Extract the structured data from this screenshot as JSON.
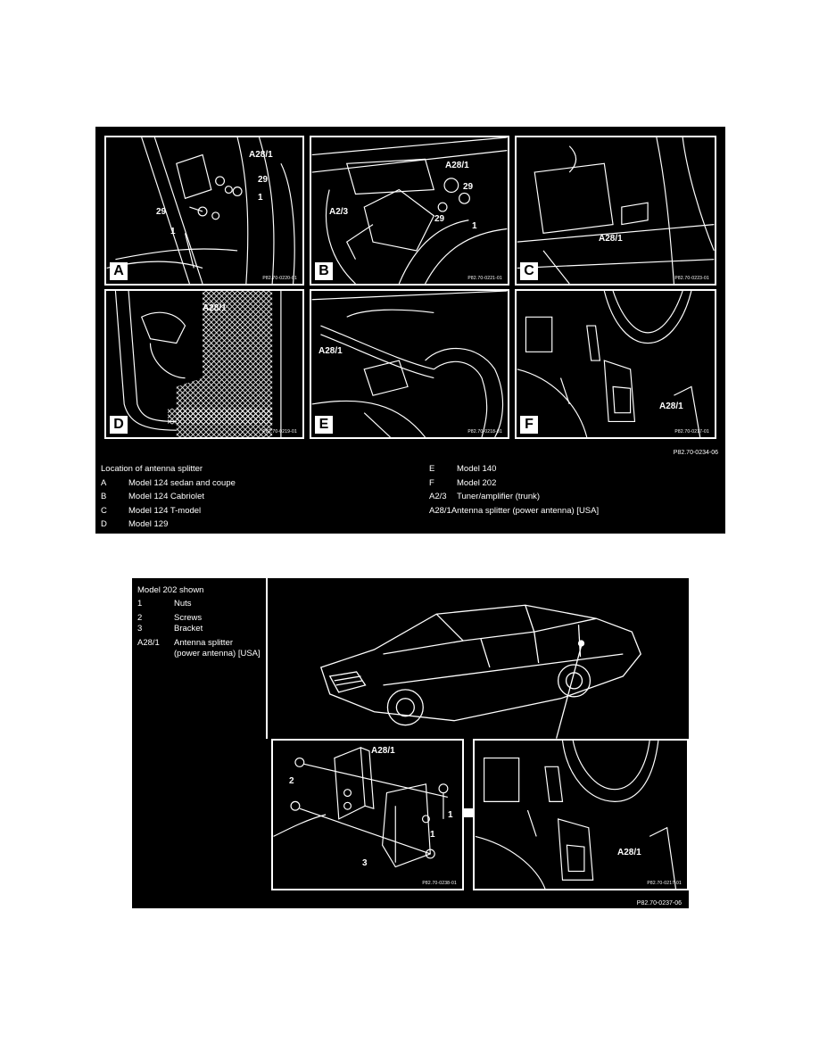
{
  "figure1": {
    "panels": [
      {
        "letter": "A",
        "code": "P82.70-0220-01",
        "callouts": [
          "A28/1",
          "29",
          "29",
          "1",
          "1"
        ]
      },
      {
        "letter": "B",
        "code": "P82.70-0221-01",
        "callouts": [
          "A28/1",
          "A2/3",
          "29",
          "29",
          "1"
        ]
      },
      {
        "letter": "C",
        "code": "P82.70-0223-01",
        "callouts": [
          "A28/1"
        ]
      },
      {
        "letter": "D",
        "code": "P82.70-0219-01",
        "callouts": [
          "A28/1"
        ]
      },
      {
        "letter": "E",
        "code": "P82.70-0218-01",
        "callouts": [
          "A28/1"
        ]
      },
      {
        "letter": "F",
        "code": "P82.70-0217-01",
        "callouts": [
          "A28/1"
        ]
      }
    ],
    "figure_code": "P82.70-0234-06",
    "legend_title": "Location of antenna splitter",
    "legend_left": [
      {
        "key": "A",
        "value": "Model 124 sedan and coupe"
      },
      {
        "key": "B",
        "value": "Model 124 Cabriolet"
      },
      {
        "key": "C",
        "value": "Model 124 T-model"
      },
      {
        "key": "D",
        "value": "Model 129"
      }
    ],
    "legend_right": [
      {
        "key": "E",
        "value": "Model 140"
      },
      {
        "key": "F",
        "value": "Model 202"
      },
      {
        "key": "A2/3",
        "value": "Tuner/amplifier (trunk)"
      },
      {
        "key": "A28/1",
        "value": "Antenna splitter (power antenna) [USA]"
      }
    ]
  },
  "figure2": {
    "title": "Model 202 shown",
    "legend": [
      {
        "key": "1",
        "value": "Nuts"
      },
      {
        "key": "2",
        "value": "Screws"
      },
      {
        "key": "3",
        "value": "Bracket"
      },
      {
        "key": "A28/1",
        "value": "Antenna splitter",
        "value2": "(power antenna) [USA]"
      }
    ],
    "detail_left": {
      "code": "P82.70-0238-01",
      "callouts": [
        "A28/1",
        "2",
        "1",
        "1",
        "3"
      ]
    },
    "detail_right": {
      "code": "P82.70-0217-01",
      "callouts": [
        "A28/1"
      ]
    },
    "figure_code": "P82.70-0237-06"
  }
}
